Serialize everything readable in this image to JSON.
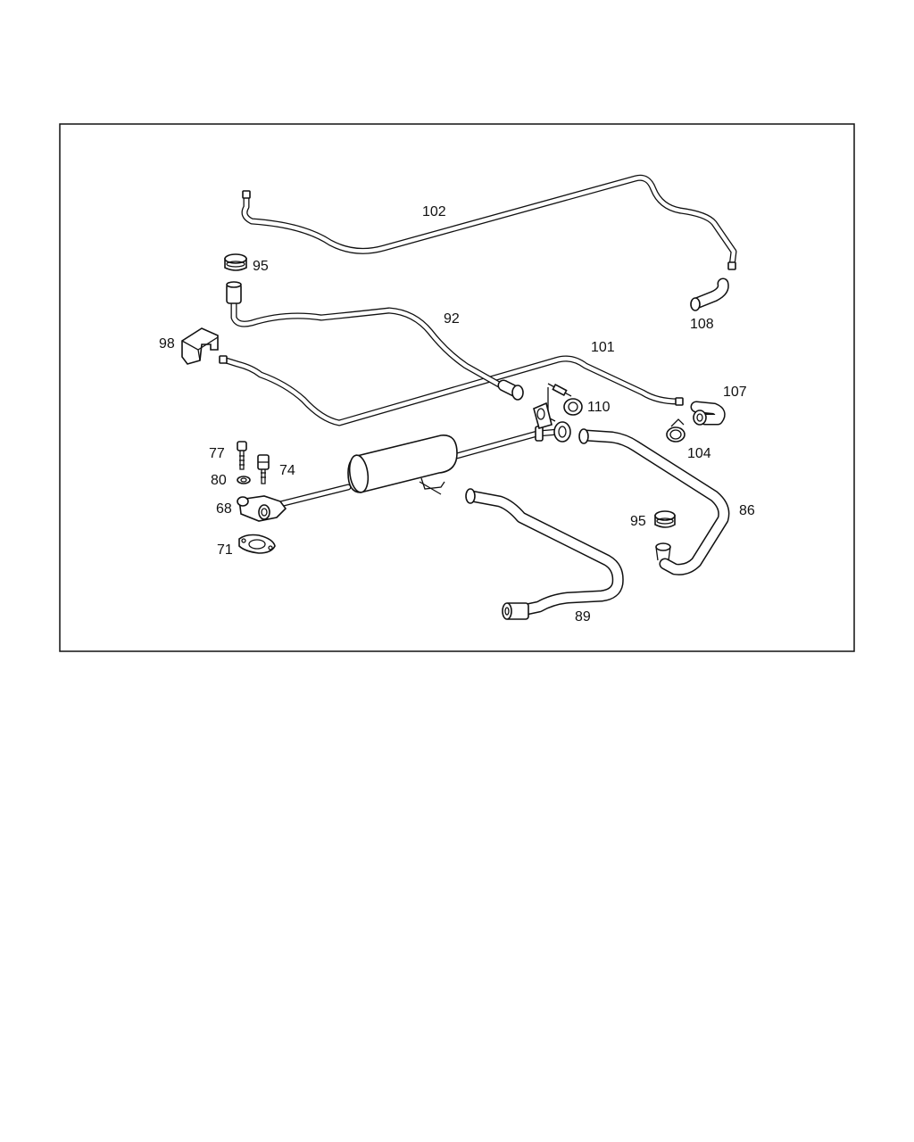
{
  "diagram": {
    "callouts": {
      "c102": "102",
      "c95a": "95",
      "c108": "108",
      "c92": "92",
      "c98": "98",
      "c101": "101",
      "c107": "107",
      "c110": "110",
      "c104": "104",
      "c77": "77",
      "c74": "74",
      "c80": "80",
      "c68": "68",
      "c71": "71",
      "c86": "86",
      "c95b": "95",
      "c89": "89"
    }
  }
}
